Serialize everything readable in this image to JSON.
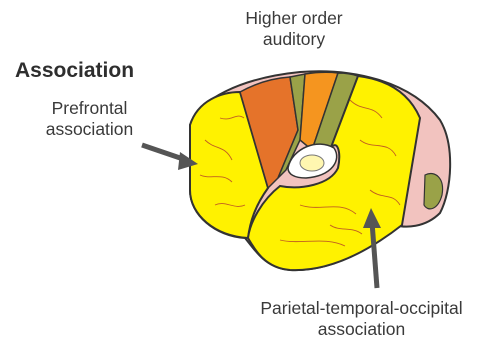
{
  "section_title": "Association",
  "labels": {
    "auditory": [
      "Higher order",
      "auditory"
    ],
    "prefrontal": [
      "Prefrontal",
      "association"
    ],
    "pto": [
      "Parietal-temporal-occipital",
      "association"
    ]
  },
  "colors": {
    "association_yellow": "#fff200",
    "orange": "#f5951f",
    "dark_orange": "#e5732a",
    "olive": "#9aa248",
    "pink": "#f2c3bf",
    "outline": "#333333",
    "arrow": "#555555",
    "text": "#3a3a3a"
  }
}
